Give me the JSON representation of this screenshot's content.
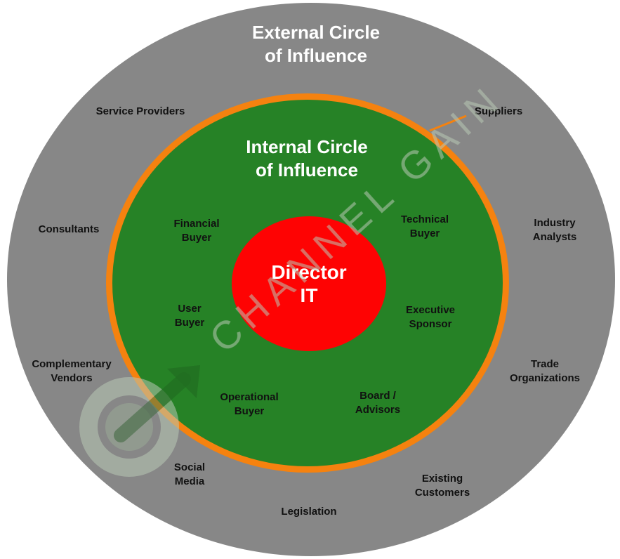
{
  "colors": {
    "outer_circle": "#878787",
    "inner_circle": "#268226",
    "inner_border": "#f5820f",
    "core_circle": "#fe0303",
    "watermark": "#9fb59a"
  },
  "outer": {
    "title": "External Circle\nof Influence",
    "items": {
      "service_providers": "Service Providers",
      "suppliers": "Suppliers",
      "consultants": "Consultants",
      "industry_analysts": "Industry\nAnalysts",
      "complementary_vendors": "Complementary\nVendors",
      "trade_organizations": "Trade\nOrganizations",
      "social_media": "Social\nMedia",
      "existing_customers": "Existing\nCustomers",
      "legislation": "Legislation"
    }
  },
  "inner": {
    "title": "Internal Circle\nof Influence",
    "items": {
      "financial_buyer": "Financial\nBuyer",
      "technical_buyer": "Technical\nBuyer",
      "user_buyer": "User\nBuyer",
      "executive_sponsor": "Executive\nSponsor",
      "operational_buyer": "Operational\nBuyer",
      "board_advisors": "Board /\nAdvisors"
    }
  },
  "core": {
    "title": "Director\nIT"
  },
  "watermark": {
    "text": "CHANNEL GAIN"
  }
}
